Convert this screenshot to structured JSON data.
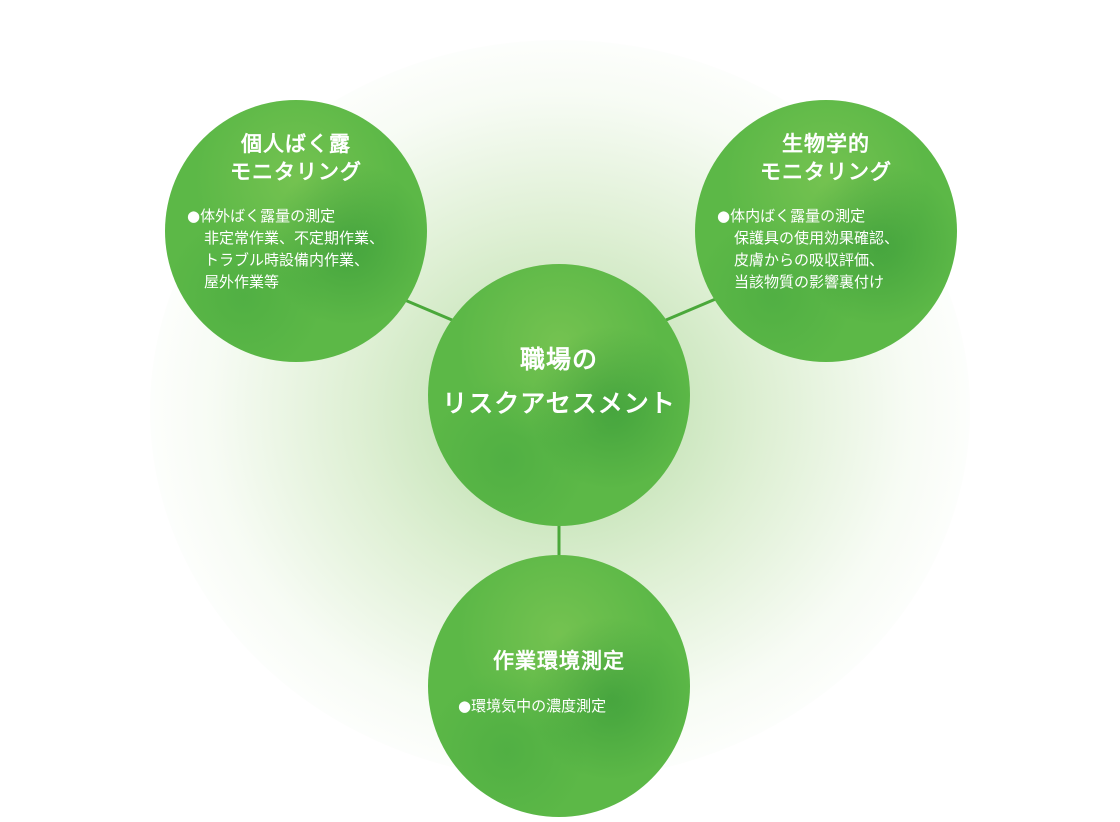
{
  "nodes": {
    "left": {
      "title": [
        "個人ばく露",
        "モニタリング"
      ],
      "desc": [
        "●体外ばく露量の測定",
        "非定常作業、不定期作業、",
        "トラブル時設備内作業、",
        "屋外作業等"
      ]
    },
    "right": {
      "title": [
        "生物学的",
        "モニタリング"
      ],
      "desc": [
        "●体内ばく露量の測定",
        "保護具の使用効果確認、",
        "皮膚からの吸収評価、",
        "当該物質の影響裏付け"
      ]
    },
    "center": {
      "title": [
        "職場の",
        "リスクアセスメント"
      ]
    },
    "bottom": {
      "title": [
        "作業環境測定"
      ],
      "desc": [
        "●環境気中の濃度測定"
      ]
    }
  },
  "colors": {
    "circle_fill": "#5cb847",
    "connector": "#4aa83a",
    "text": "#ffffff"
  }
}
